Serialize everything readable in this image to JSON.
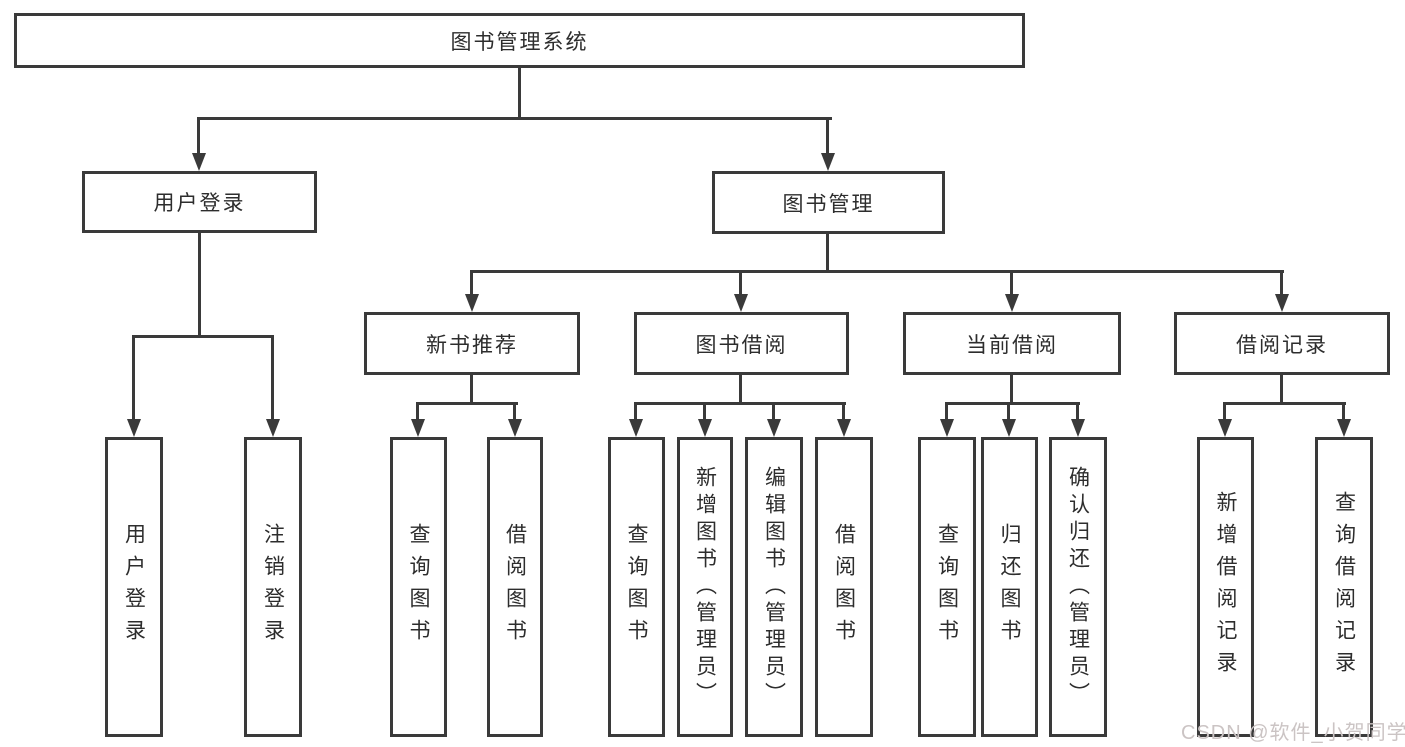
{
  "colors": {
    "line": "#3a3a3a",
    "text": "#2d2d2d",
    "watermark": "#cbc4c4"
  },
  "watermark": {
    "text": "CSDN @软件_小贺同学"
  },
  "diagram": {
    "root": {
      "label": "图书管理系统"
    },
    "level2": {
      "login": {
        "label": "用户登录"
      },
      "mgmt": {
        "label": "图书管理"
      }
    },
    "level3": {
      "recommend": {
        "label": "新书推荐"
      },
      "borrowing": {
        "label": "图书借阅"
      },
      "current": {
        "label": "当前借阅"
      },
      "records": {
        "label": "借阅记录"
      }
    },
    "leaves": {
      "user_login": {
        "label": "用户登录"
      },
      "logout": {
        "label": "注销登录"
      },
      "rec_query": {
        "label": "查询图书"
      },
      "rec_borrow": {
        "label": "借阅图书"
      },
      "bor_query": {
        "label": "查询图书"
      },
      "bor_add": {
        "label": "新增图书（管理员）"
      },
      "bor_edit": {
        "label": "编辑图书（管理员）"
      },
      "bor_borrow": {
        "label": "借阅图书"
      },
      "cur_query": {
        "label": "查询图书"
      },
      "cur_return": {
        "label": "归还图书"
      },
      "cur_confirm": {
        "label": "确认归还（管理员）"
      },
      "rcd_add": {
        "label": "新增借阅记录"
      },
      "rcd_query": {
        "label": "查询借阅记录"
      }
    }
  }
}
